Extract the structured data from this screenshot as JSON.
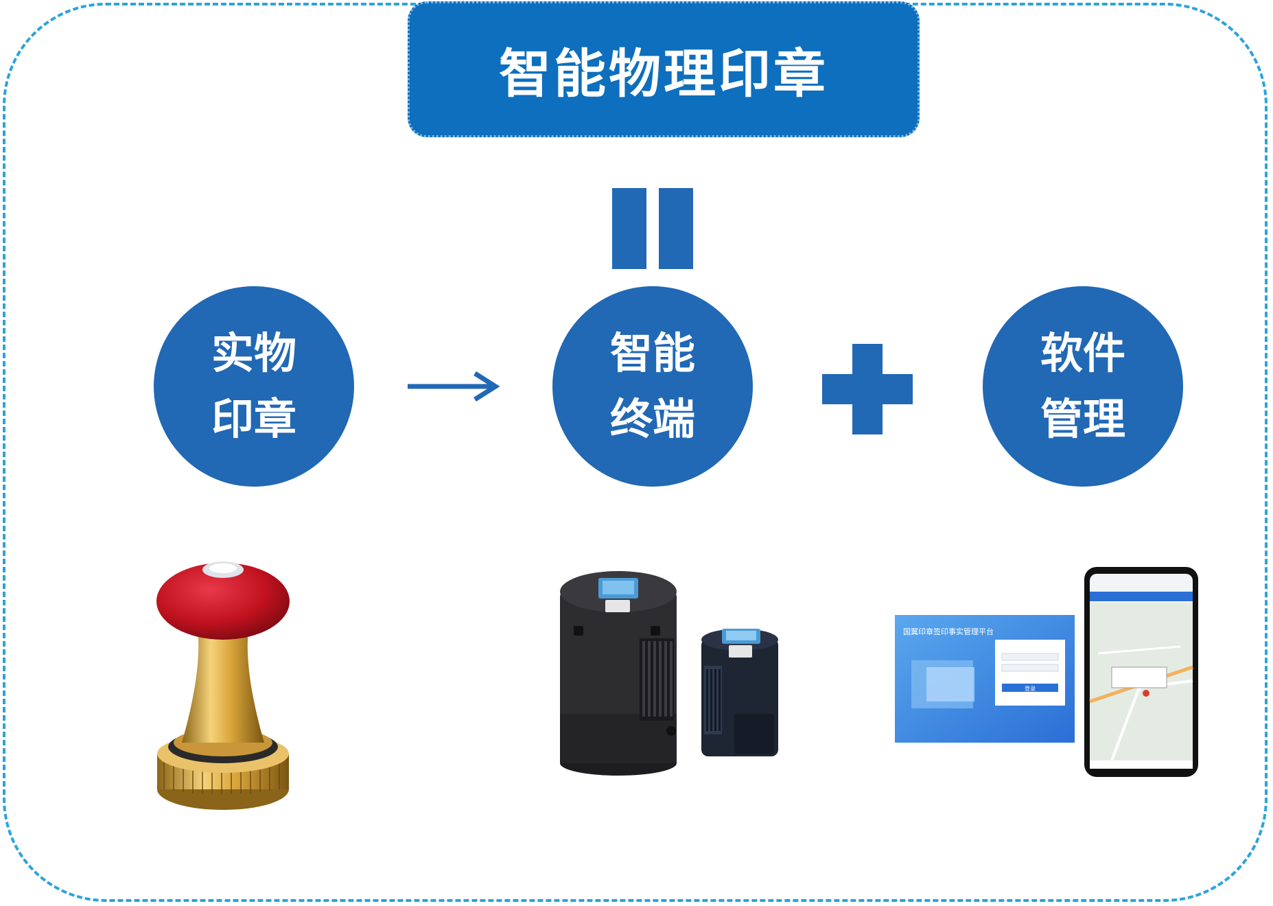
{
  "title": "智能物理印章",
  "nodes": {
    "physical_seal": {
      "line1": "实物",
      "line2": "印章"
    },
    "smart_terminal": {
      "line1": "智能",
      "line2": "终端"
    },
    "software": {
      "line1": "软件",
      "line2": "管理"
    }
  },
  "software_image": {
    "platform_title": "国翼印章签印事实管理平台",
    "login_button": "登录"
  },
  "colors": {
    "primary_blue": "#2168b5",
    "title_blue": "#0d6fbd",
    "dashed_border": "#2aa3dc",
    "seal_red": "#c1121f",
    "seal_brass": "#d4a63a",
    "device_black": "#2a2a2c",
    "device_navy": "#1e2533"
  },
  "icons": [
    "equals-icon",
    "arrow-right-icon",
    "plus-icon"
  ]
}
